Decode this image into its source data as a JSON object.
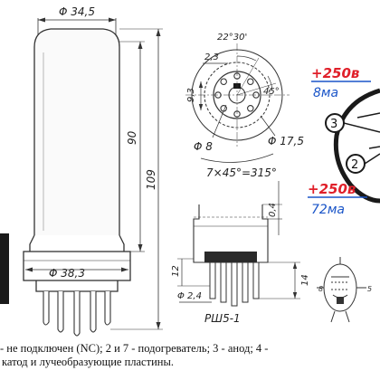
{
  "dimensions": {
    "top_diameter": "Φ 34,5",
    "base_diameter": "Φ 38,3",
    "envelope_height": "90",
    "total_height": "109",
    "pin_circle_diameter": "Φ 17,5",
    "center_hole_diameter": "Φ 8",
    "pin_spacing": "2,3",
    "pin_angle": "22°30'",
    "key_angle": "45°",
    "socket_width": "9,3",
    "angle_sum": "7×45°=315°",
    "clearance": "0,4",
    "base_skirt": "12",
    "pin_length": "14",
    "pin_diameter": "Φ 2,4",
    "socket_code": "РШ5-1",
    "schematic_pin_8": "8",
    "schematic_pin_5": "5"
  },
  "annotations": {
    "anode_voltage": "+250в",
    "anode_current": "8ма",
    "screen_voltage": "+250в",
    "screen_current": "72ма",
    "pin_3": "3",
    "pin_2": "2"
  },
  "caption": {
    "line1": "- не подключен (NC); 2 и 7 - подогреватель; 3 - анод; 4 -",
    "line2": "катод и лучеобразующие пластины."
  },
  "colors": {
    "line": "#333333",
    "ann_red": "#e0202a",
    "ann_blue": "#1a55c8",
    "tube_fill": "#fafafa",
    "dark": "#1a1a1a"
  }
}
